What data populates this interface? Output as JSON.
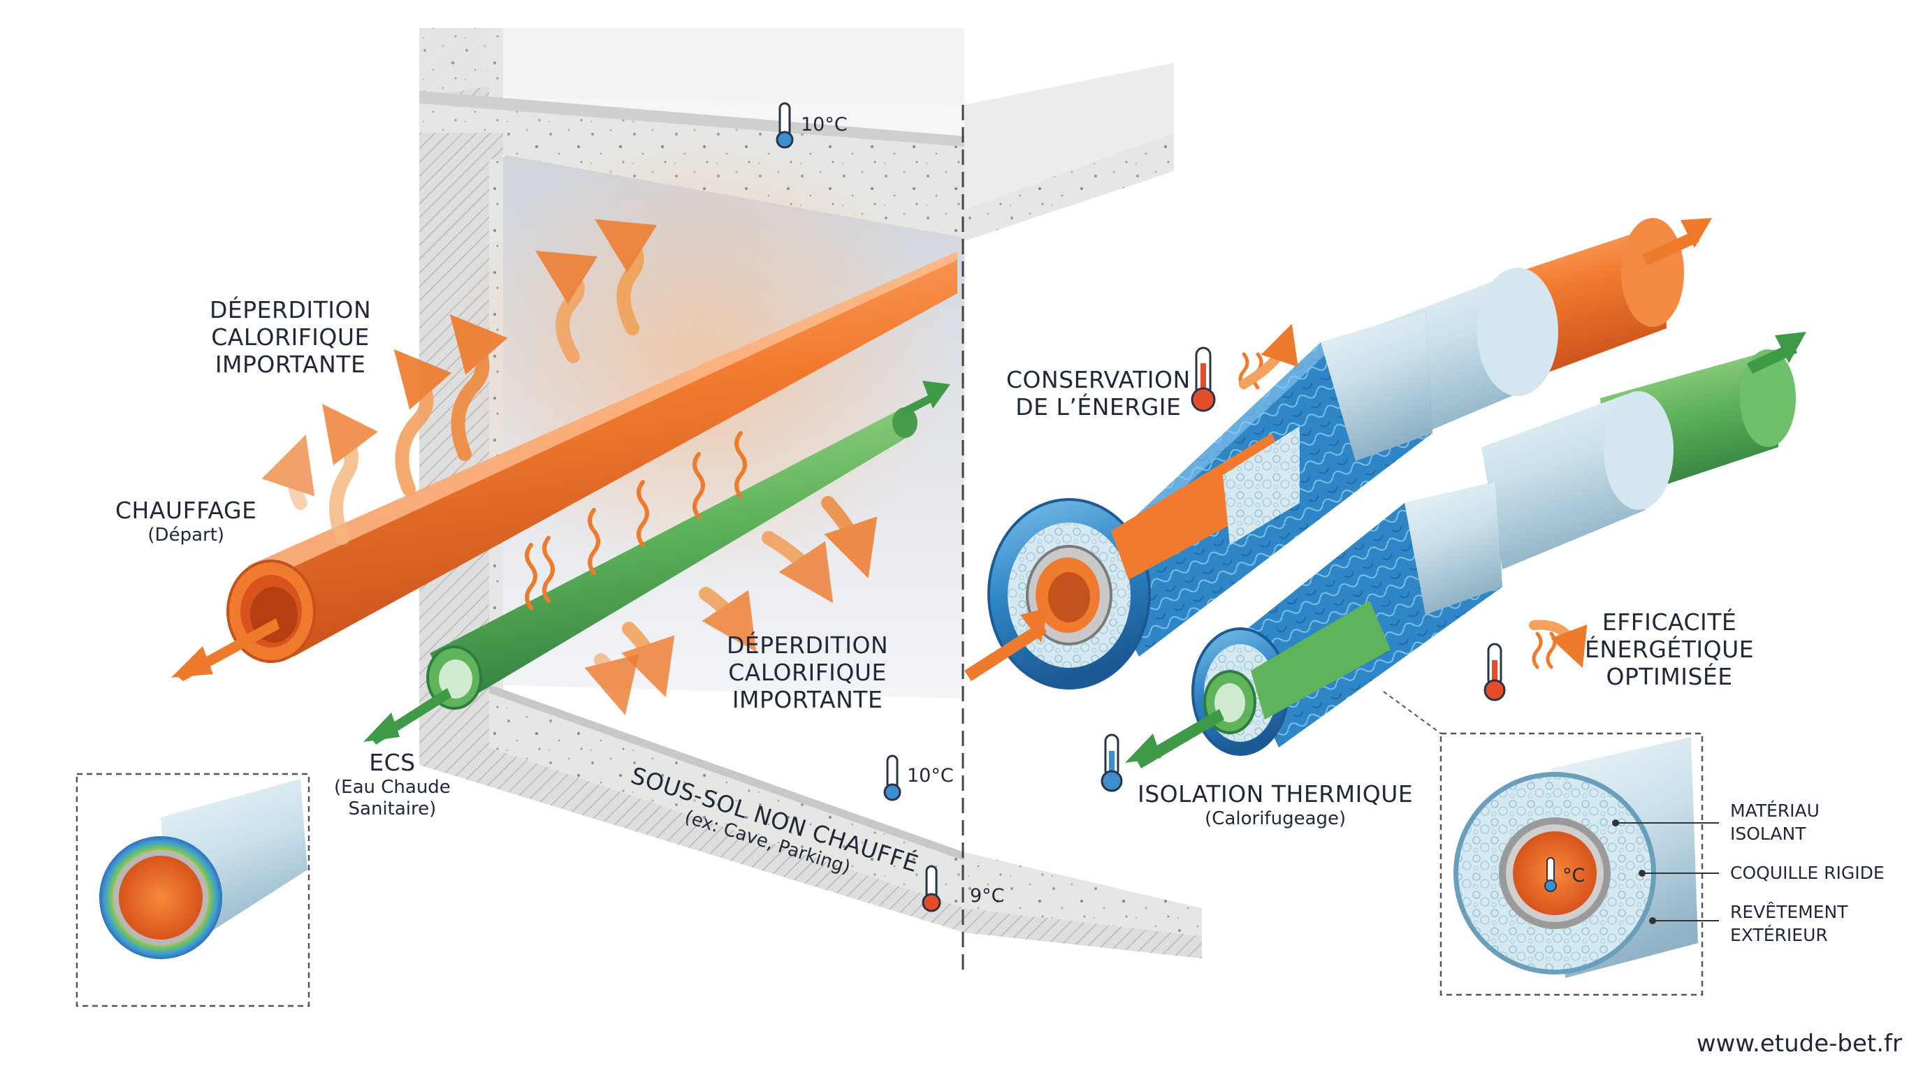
{
  "labels": {
    "loss_top": [
      "DÉPERDITION",
      "CALORIFIQUE",
      "IMPORTANTE"
    ],
    "loss_mid": [
      "DÉPERDITION",
      "CALORIFIQUE",
      "IMPORTANTE"
    ],
    "chauffage": "CHAUFFAGE",
    "chauffage_sub": "(Départ)",
    "ecs": "ECS",
    "ecs_sub": [
      "(Eau Chaude",
      "Sanitaire)"
    ],
    "conservation": [
      "CONSERVATION",
      "DE L’ÉNERGIE"
    ],
    "efficacite": [
      "EFFICACITÉ",
      "ÉNERGÉTIQUE",
      "OPTIMISÉE"
    ],
    "isolation": "ISOLATION THERMIQUE",
    "isolation_sub": "(Calorifugeage)",
    "sous_sol": "SOUS-SOL NON CHAUFFÉ",
    "sous_sol_sub": "(ex: Cave, Parking)"
  },
  "temperatures": {
    "top": "10°C",
    "middle": "10°C",
    "bottom": "9°C",
    "pipe_core": "°C"
  },
  "legend": {
    "material": [
      "MATÉRIAU",
      "ISOLANT"
    ],
    "shell": "COQUILLE RIGIDE",
    "coating": [
      "REVÊTEMENT",
      "EXTÉRIEUR"
    ]
  },
  "footer": "www.etude-bet.fr",
  "colors": {
    "hot_pipe": "#f07a2e",
    "ecs_pipe": "#5fb35a",
    "insulation_blue": "#2f86c6",
    "jacket": "#cfe2ec",
    "concrete": "#e4e4e2",
    "text": "#1e2838"
  }
}
